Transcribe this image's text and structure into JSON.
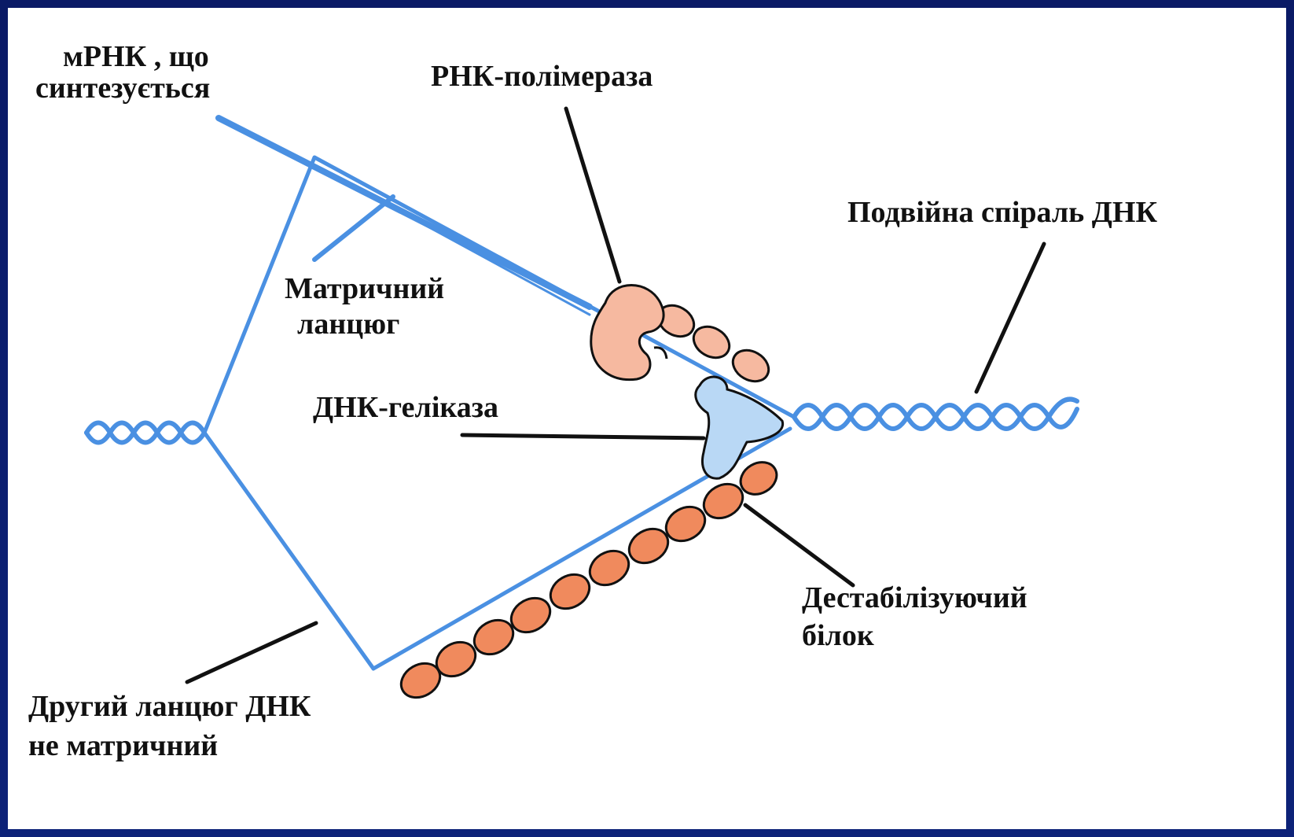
{
  "labels": {
    "mrna_line1": "мРНК , що",
    "mrna_line2": "синтезується",
    "rna_polymerase": "РНК-полімераза",
    "double_helix": "Подвійна спіраль  ДНК",
    "template_line1": "Матричний",
    "template_line2": "ланцюг",
    "helicase": "ДНК-геліказа",
    "destab_line1": "Дестабілізуючий",
    "destab_line2": "білок",
    "second_line1": "Другий ланцюг ДНК",
    "second_line2": "не матричний"
  },
  "colors": {
    "dna_strand": "#4a90e2",
    "rna_polymerase": "#f6b9a0",
    "helicase": "#b9d8f5",
    "destabilizing_protein": "#f08a5d",
    "pointer": "#111111",
    "frame": "#0b1e6e"
  }
}
